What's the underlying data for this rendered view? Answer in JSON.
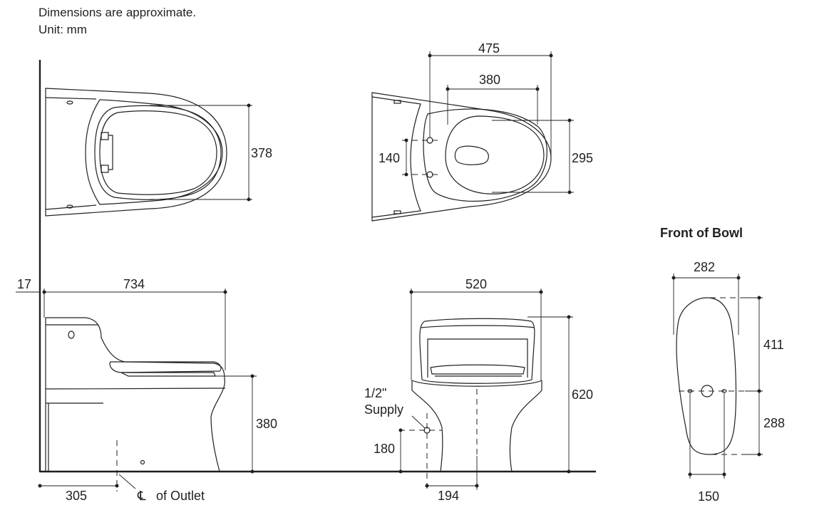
{
  "notes": {
    "line1": "Dimensions are approximate.",
    "line2": "Unit: mm"
  },
  "top_view": {
    "depth": "378"
  },
  "bowl_top_view": {
    "outer_width": "475",
    "inner_width": "380",
    "hole_spacing": "140",
    "bowl_depth": "295"
  },
  "side_view": {
    "overall_length": "734",
    "wall_gap": "17",
    "seat_height": "380",
    "outlet_offset": "305",
    "outlet_label": "of Outlet",
    "centerline_symbol": "℄"
  },
  "front_view": {
    "width": "520",
    "height": "620",
    "supply_label_1": "1/2\"",
    "supply_label_2": "Supply",
    "supply_height": "180",
    "supply_offset": "194"
  },
  "front_of_bowl": {
    "title": "Front of Bowl",
    "width": "282",
    "upper_length": "411",
    "lower_length": "288",
    "bottom_width": "150"
  }
}
